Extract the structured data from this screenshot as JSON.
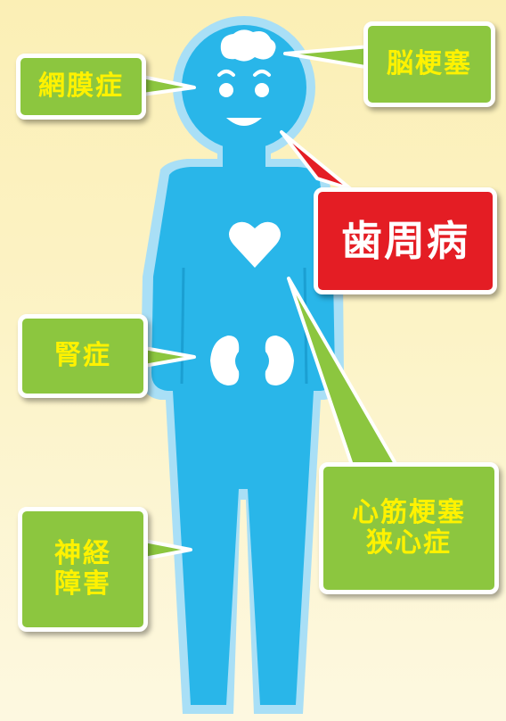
{
  "labels": {
    "retinopathy": "網膜症",
    "cerebral_infarction": "脳梗塞",
    "periodontal_disease": "歯周病",
    "nephropathy": "腎症",
    "heart_disease_line1": "心筋梗塞",
    "heart_disease_line2": "狭心症",
    "neuropathy_line1": "神経",
    "neuropathy_line2": "障害"
  },
  "colors": {
    "body": "#29b6e9",
    "body_outline": "#a9dff6",
    "organ": "#ffffff",
    "label_bg": "#8cc63f",
    "label_text": "#fff200",
    "highlight_bg": "#e41d24",
    "highlight_text": "#ffffff",
    "background": "#fbefb5"
  }
}
